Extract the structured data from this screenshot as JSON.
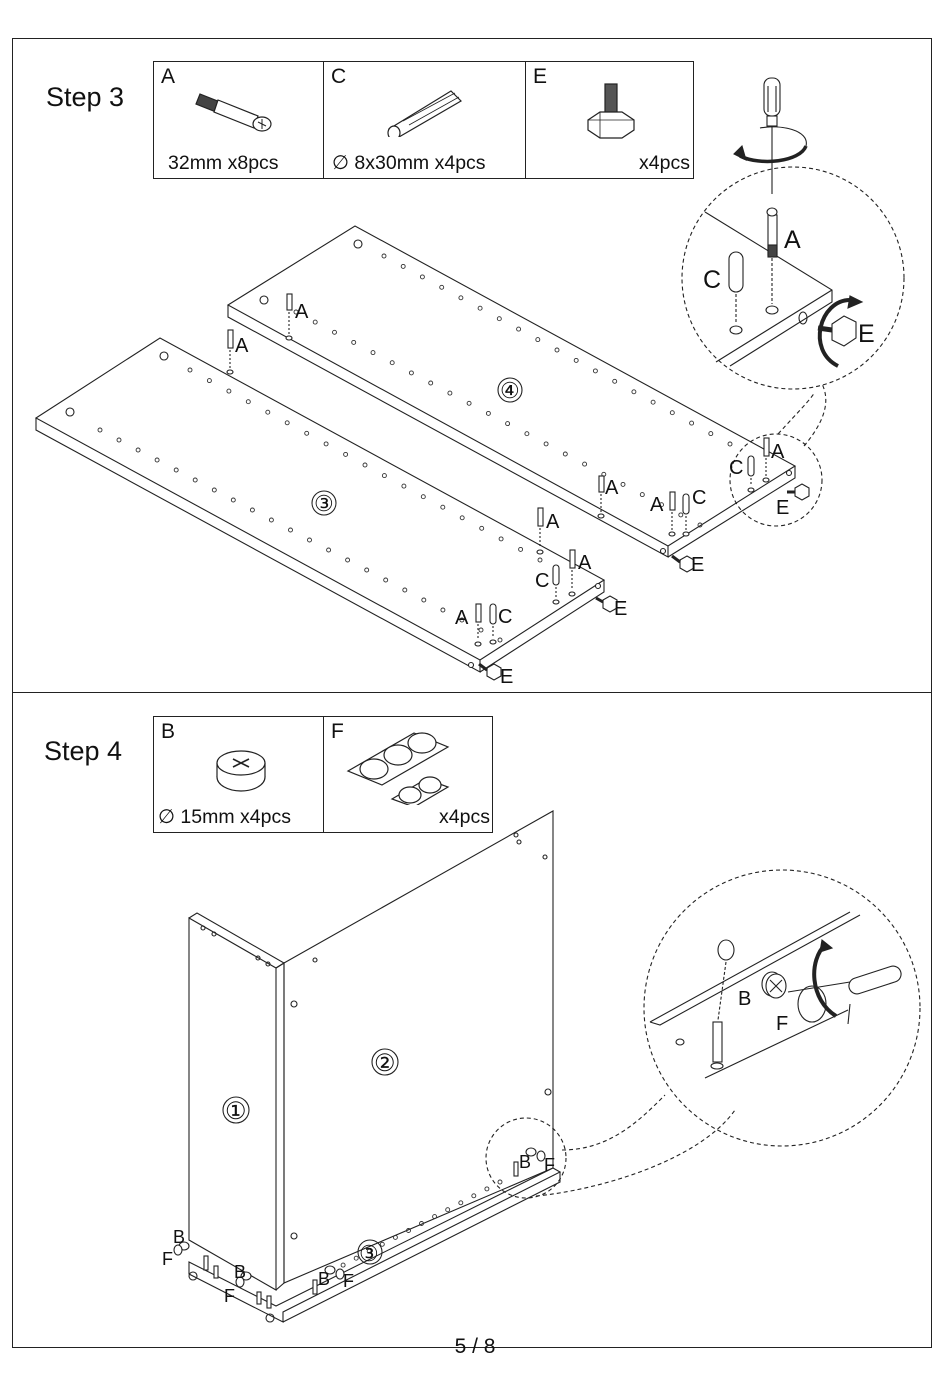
{
  "step3": {
    "title": "Step 3",
    "parts": [
      {
        "letter": "A",
        "spec": "32mm   x8pcs"
      },
      {
        "letter": "C",
        "spec": "∅ 8x30mm x4pcs"
      },
      {
        "letter": "E",
        "spec": "x4pcs"
      }
    ],
    "panel_numbers": [
      "④",
      "③"
    ],
    "callouts": {
      "a": "A",
      "c": "C",
      "e": "E"
    }
  },
  "step4": {
    "title": "Step 4",
    "parts": [
      {
        "letter": "B",
        "spec": "∅ 15mm x4pcs"
      },
      {
        "letter": "F",
        "spec": "x4pcs"
      }
    ],
    "panel_numbers": [
      "①",
      "②",
      "③"
    ],
    "callouts": {
      "b": "B",
      "f": "F"
    }
  },
  "page_number": "5 / 8"
}
